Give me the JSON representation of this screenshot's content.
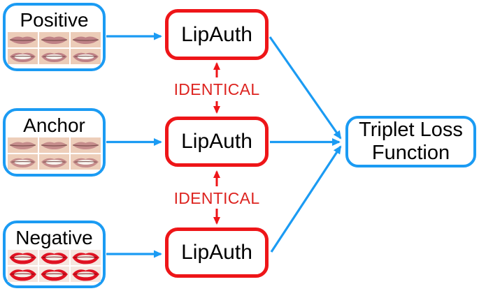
{
  "diagram": {
    "inputs": [
      {
        "label": "Positive",
        "frame_count": 6,
        "lip_style_rows": [
          "closed",
          "teeth"
        ],
        "lip_color": "#bf8186",
        "seam_color": "#6e4644",
        "skin_color": "#ecccb8",
        "teeth_color": "#f9f6f1"
      },
      {
        "label": "Anchor",
        "frame_count": 6,
        "lip_style_rows": [
          "closed",
          "teeth"
        ],
        "lip_color": "#c68d8c",
        "seam_color": "#744a47",
        "skin_color": "#edceba",
        "teeth_color": "#f9f6f1"
      },
      {
        "label": "Negative",
        "frame_count": 6,
        "lip_style_rows": [
          "lipstick",
          "lipstick"
        ],
        "lip_color": "#e01222",
        "seam_color": "#7c0a12",
        "skin_color": "#f5e6df",
        "teeth_color": "#f3ede6"
      }
    ],
    "encoders": [
      {
        "label": "LipAuth"
      },
      {
        "label": "LipAuth"
      },
      {
        "label": "LipAuth"
      }
    ],
    "identical_labels": [
      "IDENTICAL",
      "IDENTICAL"
    ],
    "output": {
      "lines": [
        "Triplet Loss",
        "Function"
      ]
    },
    "colors": {
      "box_blue": "#1b9bf3",
      "box_red": "#ee1518",
      "identical_red": "#dd2420",
      "text_black": "#000000",
      "background": "#ffffff"
    }
  }
}
